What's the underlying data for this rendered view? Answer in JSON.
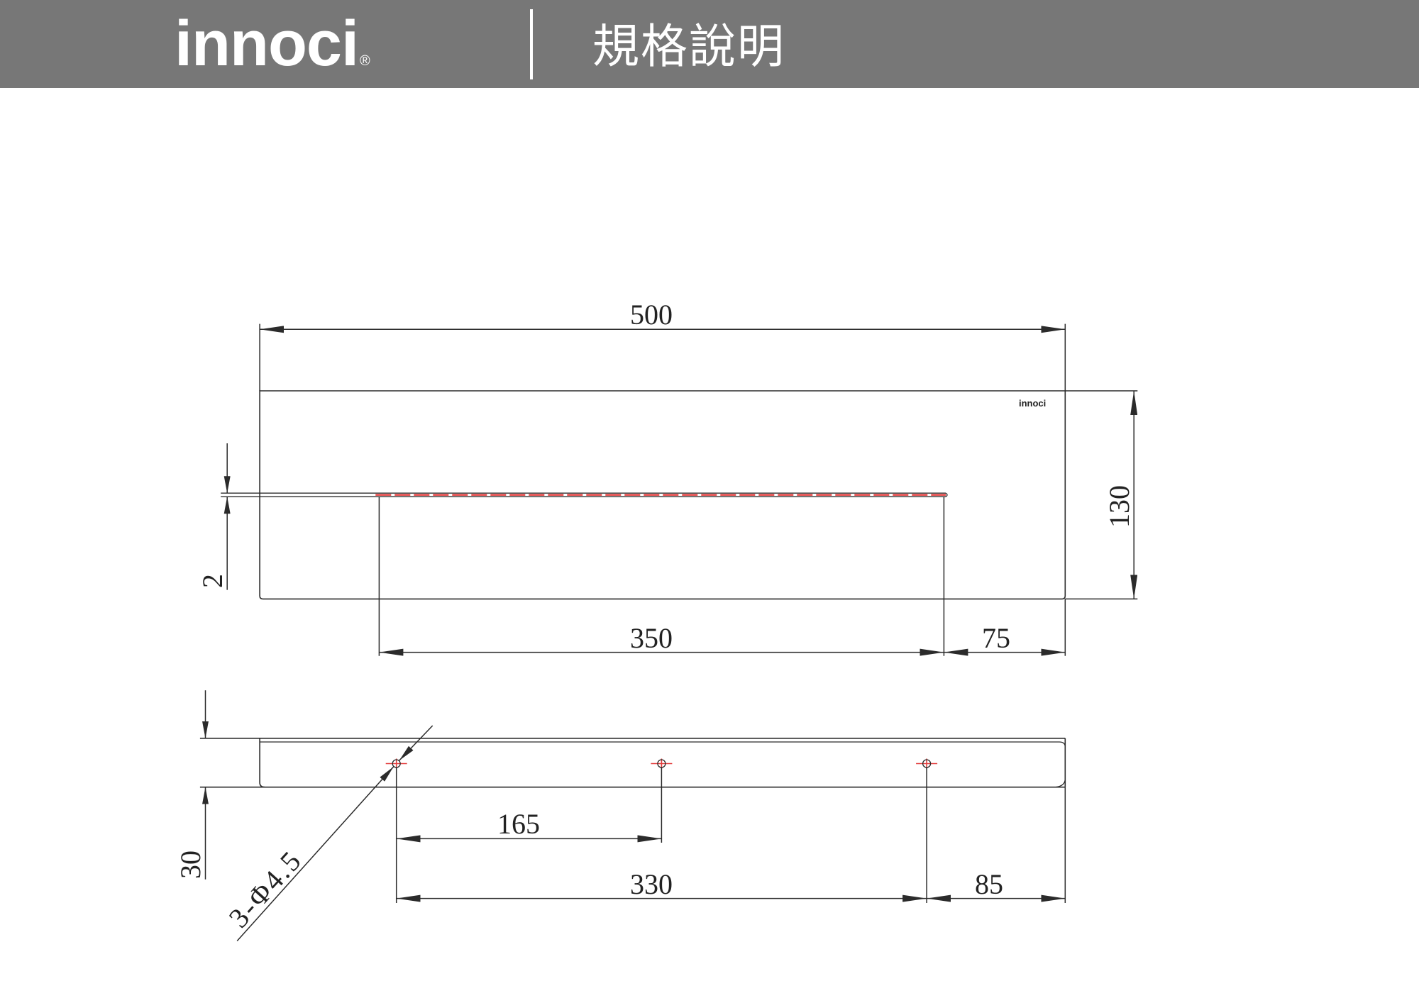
{
  "header": {
    "brand": "innoci",
    "registered_mark": "®",
    "title": "規格說明"
  },
  "front_view": {
    "logo_text": "innoci",
    "length_label": "500",
    "height_label": "130",
    "thickness_label": "2",
    "slot_length_label": "350",
    "slot_offset_label": "75"
  },
  "top_view": {
    "depth_label": "30",
    "hole_spacing_label": "165",
    "hole_span_label": "330",
    "hole_edge_offset_label": "85",
    "hole_callout": "3-Φ4.5"
  },
  "colors": {
    "header_bg": "#777777",
    "header_text": "#ffffff",
    "line": "#2b2b2b",
    "center_mark": "#e23b3b"
  }
}
